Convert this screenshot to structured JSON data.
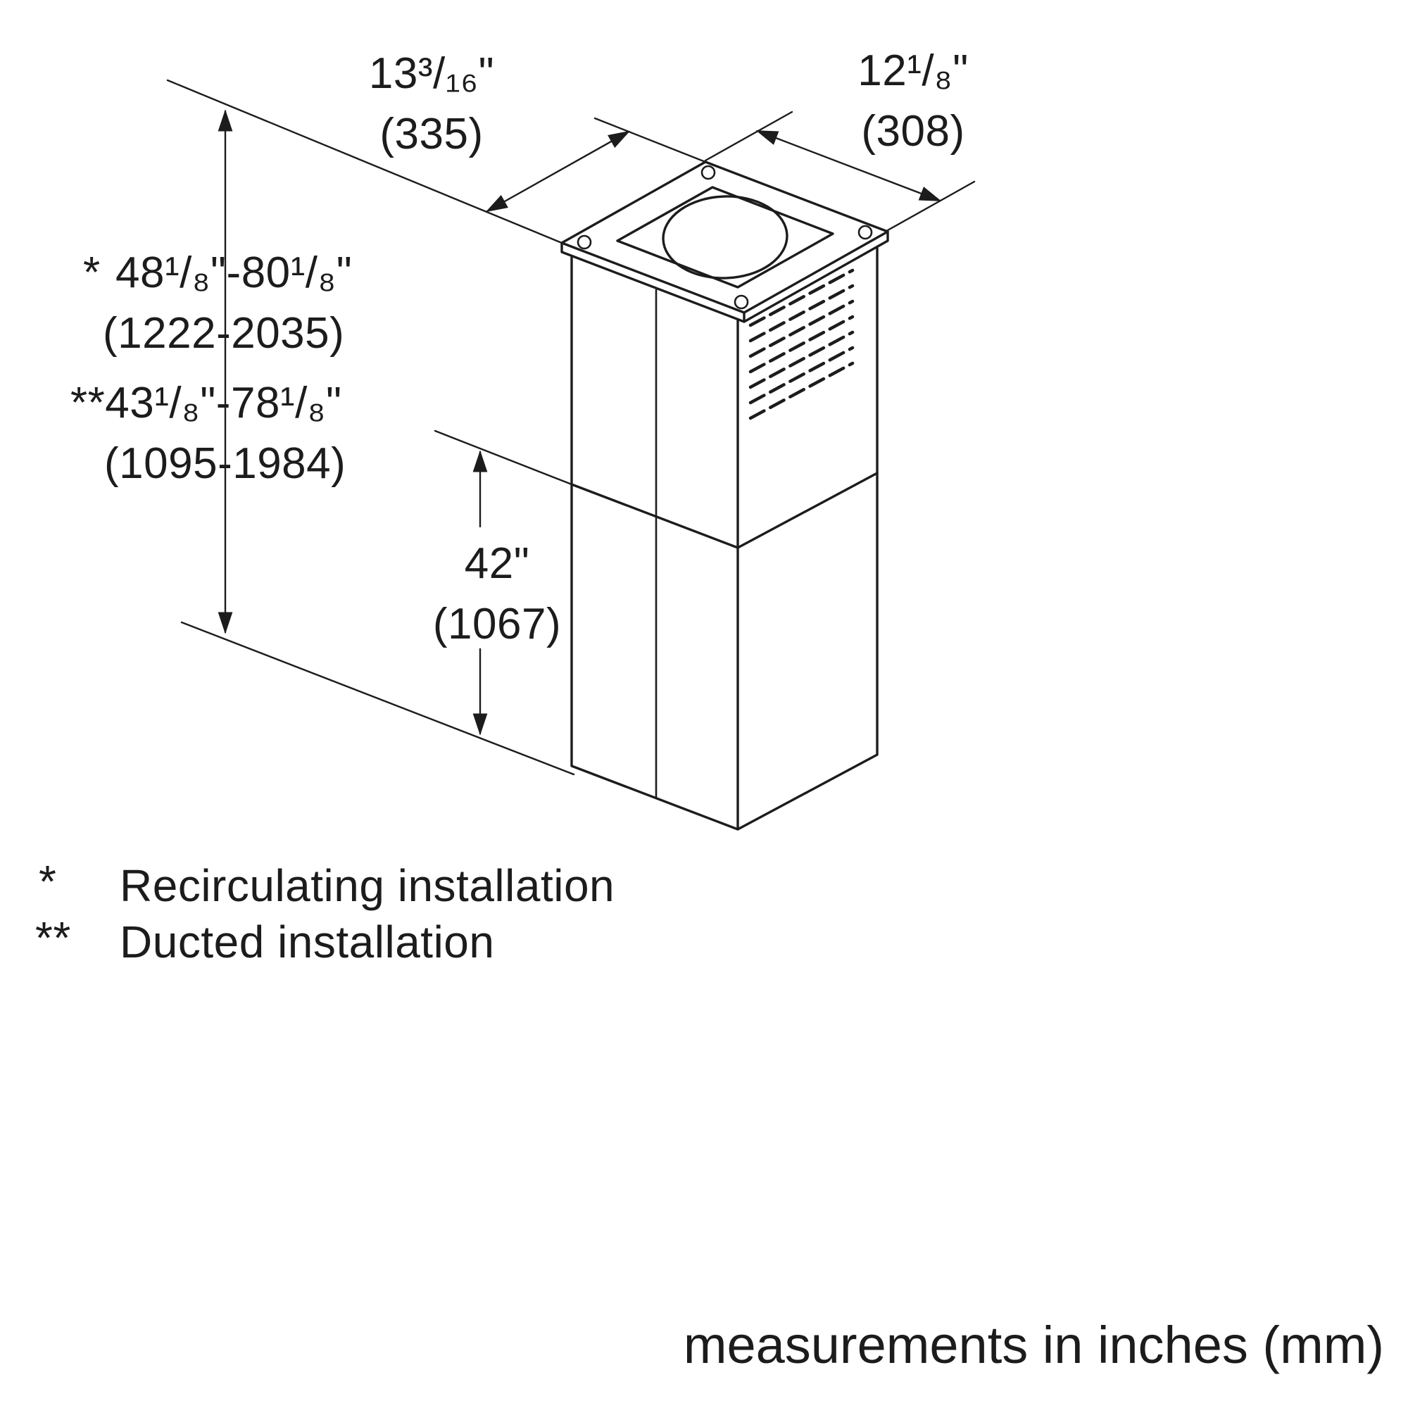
{
  "diagram": {
    "title": "chimney-extension-installation-dimensions",
    "colors": {
      "line": "#1c1c1c",
      "background": "#ffffff"
    },
    "dimensions": {
      "depth": {
        "inches": "13³/₁₆\"",
        "mm": "(335)"
      },
      "width": {
        "inches": "12¹/₈\"",
        "mm": "(308)"
      },
      "recirculating_height": {
        "marker": "*",
        "inches": "48¹/₈\"-80¹/₈\"",
        "mm": "(1222-2035)"
      },
      "ducted_height": {
        "marker": "**",
        "inches": "43¹/₈\"-78¹/₈\"",
        "mm": "(1095-1984)"
      },
      "lower_section_height": {
        "inches": "42\"",
        "mm": "(1067)"
      }
    },
    "footnotes": [
      {
        "marker": "*",
        "label": "Recirculating installation"
      },
      {
        "marker": "**",
        "label": "Ducted installation"
      }
    ],
    "caption": "measurements in inches (mm)"
  }
}
